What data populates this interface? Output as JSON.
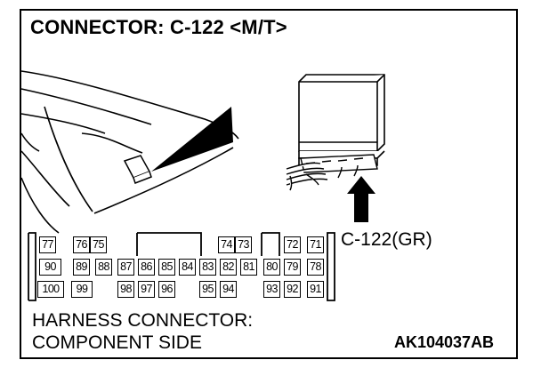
{
  "title": "CONNECTOR: C-122 <M/T>",
  "callout_label": "C-122(GR)",
  "footer_lines": [
    "HARNESS CONNECTOR:",
    "COMPONENT SIDE"
  ],
  "figure_code": "AK104037AB",
  "pins": {
    "row1": [
      "77",
      "76",
      "75",
      "74",
      "73",
      "72",
      "71"
    ],
    "row2": [
      "90",
      "89",
      "88",
      "87",
      "86",
      "85",
      "84",
      "83",
      "82",
      "81",
      "80",
      "79",
      "78"
    ],
    "row3": [
      "100",
      "99",
      "98",
      "97",
      "96",
      "95",
      "94",
      "93",
      "92",
      "91"
    ]
  }
}
